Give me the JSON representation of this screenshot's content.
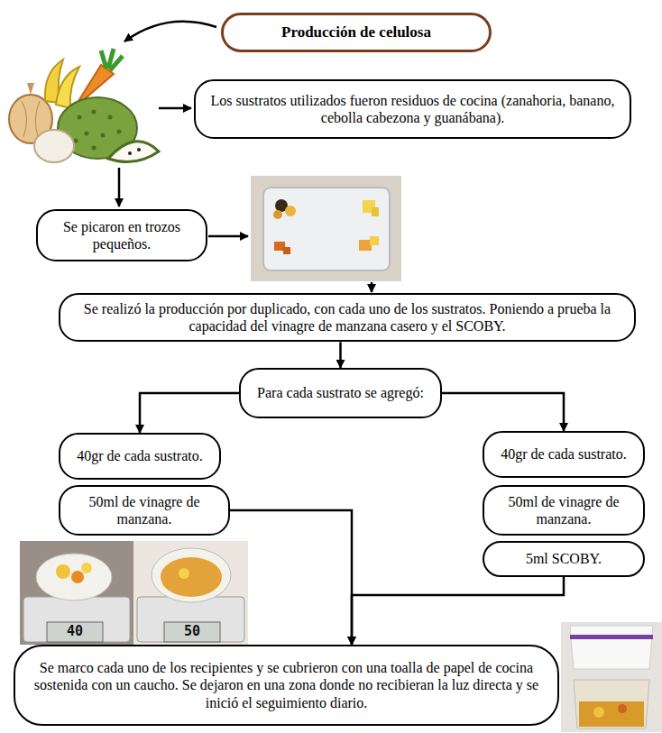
{
  "diagram": {
    "nodes": [
      {
        "text": [
          "Producción de celulosa"
        ]
      },
      {
        "text": [
          "Los sustratos utilizados fueron residuos de cocina (zanahoria, banano, cebolla cabezona y guanábana)."
        ]
      },
      {
        "text": [
          "Se picaron en trozos pequeños."
        ]
      },
      {
        "text": [
          "Se realizó la producción por duplicado, con cada uno de los sustratos. Poniendo a prueba la capacidad del vinagre de manzana casero y el SCOBY."
        ]
      },
      {
        "text": [
          "Para cada sustrato se agregó:"
        ]
      },
      {
        "text": [
          "40gr de cada sustrato."
        ]
      },
      {
        "text": [
          "50ml de vinagre de manzana."
        ]
      },
      {
        "text": [
          "40gr de cada sustrato."
        ]
      },
      {
        "text": [
          "50ml de vinagre de manzana."
        ]
      },
      {
        "text": [
          "5ml SCOBY."
        ]
      },
      {
        "text": [
          "Se marco cada uno de los recipientes y se cubrieron con una toalla de papel de cocina sostenida con un caucho. Se dejaron en una zona donde no recibieran la luz directa y se inició el seguimiento diario."
        ]
      }
    ],
    "edges": [
      {
        "from": 3,
        "to": 4,
        "arrow": "to"
      },
      {
        "from": 4,
        "to": 5,
        "arrow": "to"
      },
      {
        "from": 4,
        "to": 7,
        "arrow": "to"
      },
      {
        "from": 6,
        "to": 10,
        "arrow": "to"
      },
      {
        "from": 9,
        "to": 10,
        "arrow": "to"
      }
    ],
    "labels": [
      "40",
      "50"
    ]
  }
}
